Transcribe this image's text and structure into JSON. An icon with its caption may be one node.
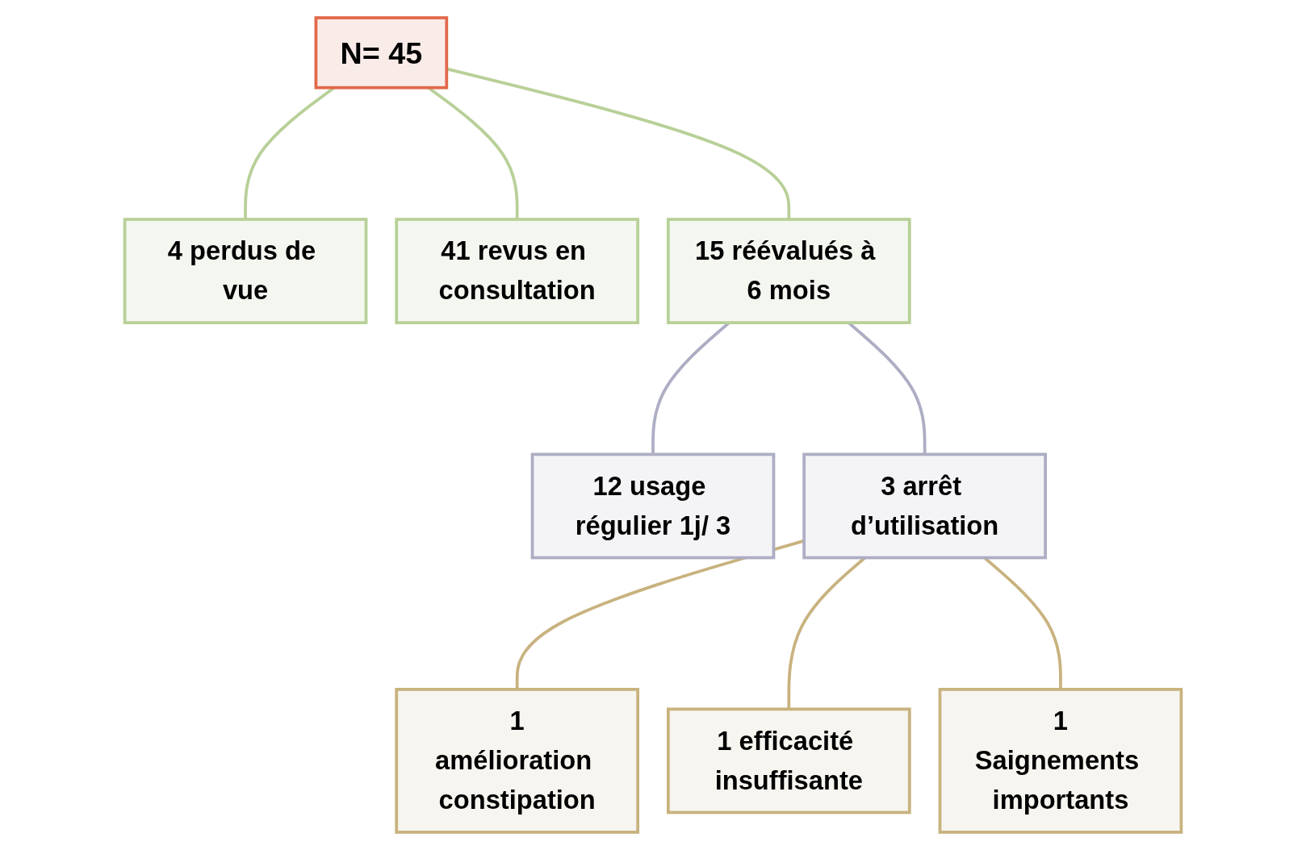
{
  "diagram": {
    "nodes": [
      {
        "text": [
          "N= 45"
        ]
      },
      {
        "text": [
          "4 perdus de vue"
        ]
      },
      {
        "text": [
          "41 revus en consultation"
        ]
      },
      {
        "text": [
          "15 réévalués à 6 mois"
        ]
      },
      {
        "text": [
          "12 usage régulier 1j/ 3"
        ]
      },
      {
        "text": [
          "3 arrêt d’utilisation"
        ]
      },
      {
        "text": [
          "1",
          "amélioration constipation"
        ]
      },
      {
        "text": [
          "1 efficacité insuffisante"
        ]
      },
      {
        "text": [
          "1",
          "Saignements importants"
        ]
      }
    ],
    "edges": [
      {
        "from": 0,
        "to": 1,
        "arrow": "none",
        "color": "#b8d098"
      },
      {
        "from": 0,
        "to": 2,
        "arrow": "none",
        "color": "#b8d098"
      },
      {
        "from": 0,
        "to": 3,
        "arrow": "none",
        "color": "#b8d098"
      },
      {
        "from": 3,
        "to": 4,
        "arrow": "none",
        "color": "#adadc4"
      },
      {
        "from": 3,
        "to": 5,
        "arrow": "none",
        "color": "#adadc4"
      },
      {
        "from": 5,
        "to": 6,
        "arrow": "none",
        "color": "#c8b27e"
      },
      {
        "from": 5,
        "to": 7,
        "arrow": "none",
        "color": "#c8b27e"
      },
      {
        "from": 5,
        "to": 8,
        "arrow": "none",
        "color": "#c8b27e"
      }
    ]
  }
}
